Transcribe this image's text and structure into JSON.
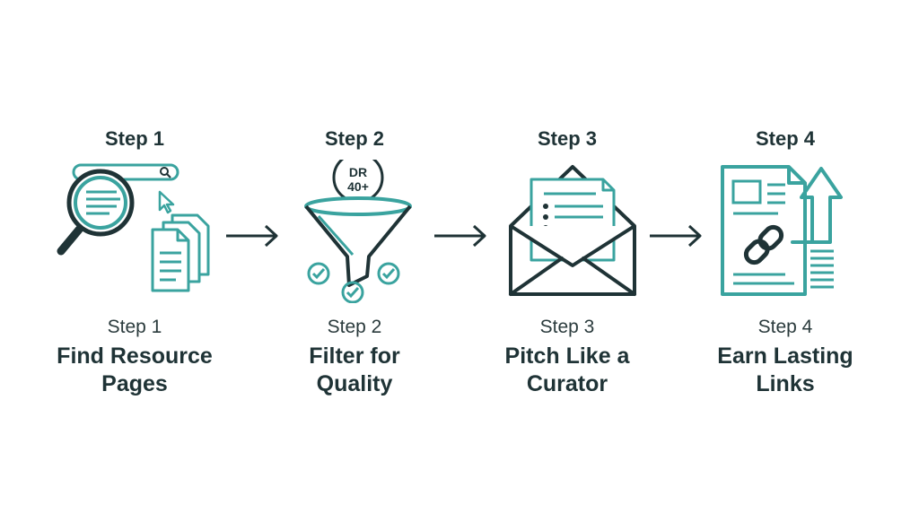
{
  "steps": [
    {
      "header": "Step 1",
      "icon": "magnifier-search-documents-icon",
      "sub": "Step 1",
      "title_line1": "Find Resource",
      "title_line2": "Pages"
    },
    {
      "header": "Step 2",
      "icon": "funnel-filter-icon",
      "badge_line1": "DR",
      "badge_line2": "40+",
      "sub": "Step 2",
      "title_line1": "Filter for",
      "title_line2": "Quality"
    },
    {
      "header": "Step 3",
      "icon": "envelope-letter-icon",
      "sub": "Step 3",
      "title_line1": "Pitch Like a",
      "title_line2": "Curator"
    },
    {
      "header": "Step 4",
      "icon": "document-link-arrow-up-icon",
      "sub": "Step 4",
      "title_line1": "Earn Lasting",
      "title_line2": "Links"
    }
  ],
  "colors": {
    "teal": "#3aa39f",
    "dark": "#1f3336"
  }
}
